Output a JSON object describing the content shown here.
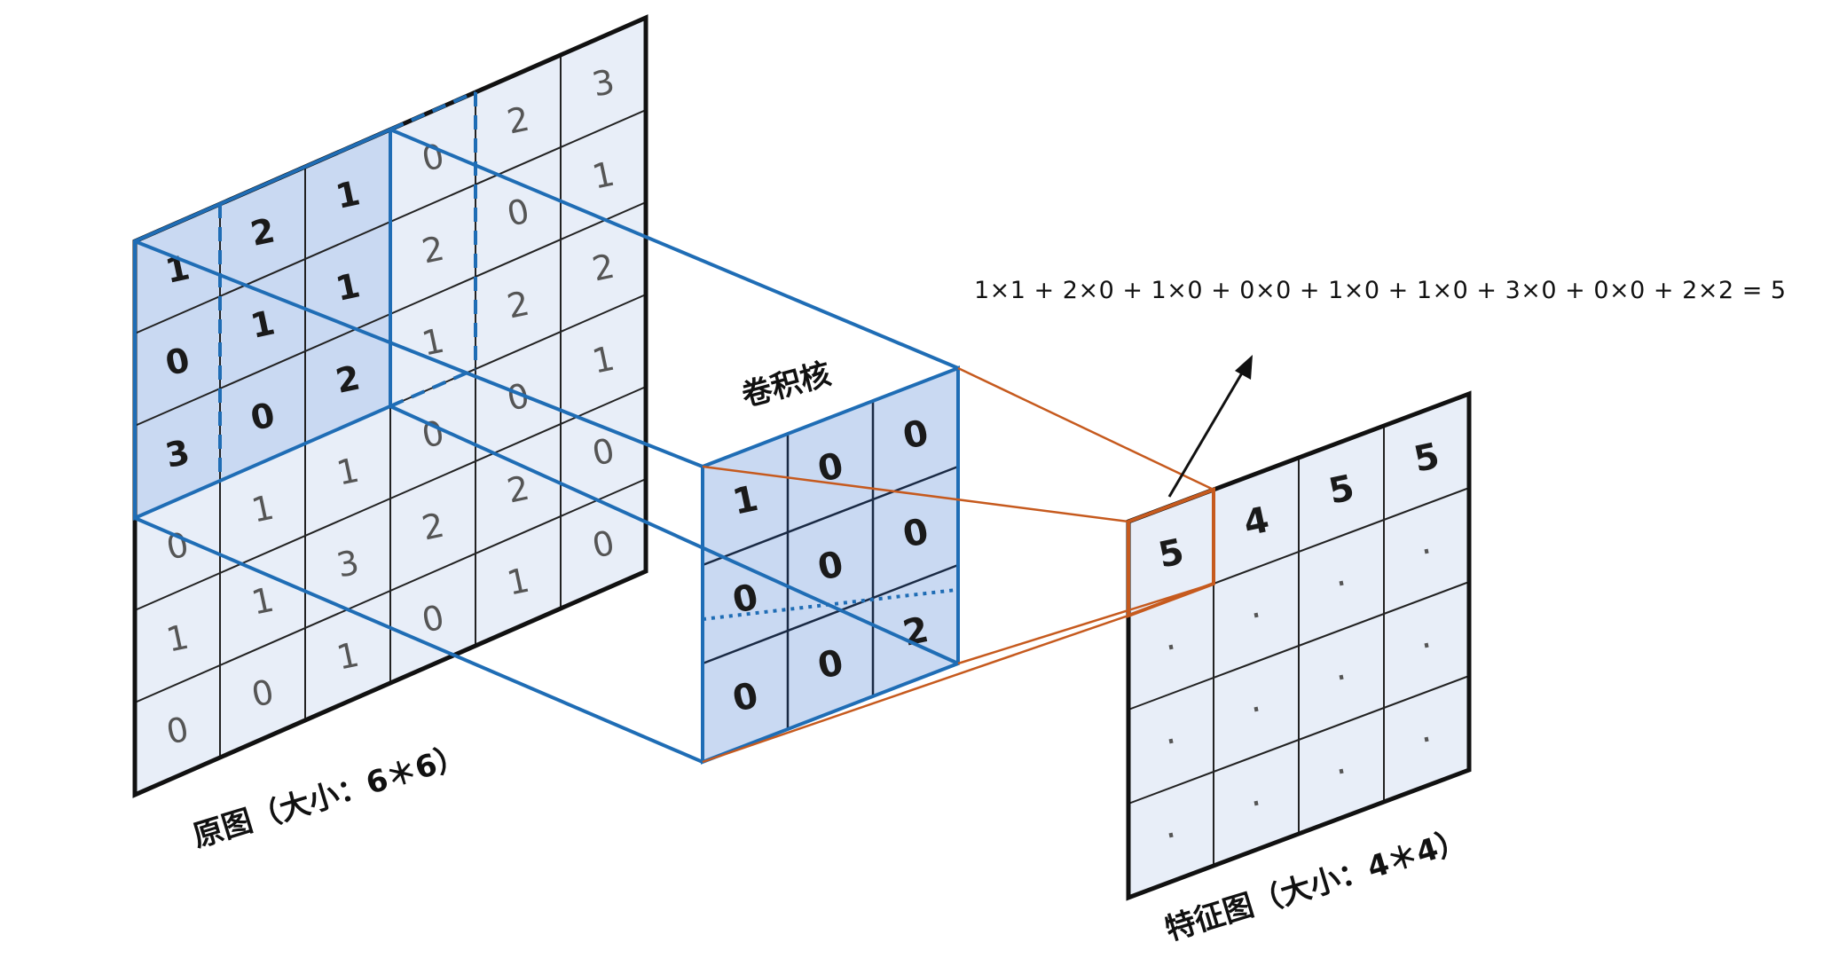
{
  "formula": "1×1 + 2×0 + 1×0 + 0×0 + 1×0 + 1×0 + 3×0 + 0×0 + 2×2 = 5",
  "original": {
    "label": "原图（大小：6＊6）",
    "grid": [
      [
        "1",
        "2",
        "1",
        "0",
        "2",
        "3"
      ],
      [
        "0",
        "1",
        "1",
        "2",
        "0",
        "1"
      ],
      [
        "3",
        "0",
        "2",
        "1",
        "2",
        "2"
      ],
      [
        "0",
        "1",
        "1",
        "0",
        "0",
        "1"
      ],
      [
        "1",
        "1",
        "3",
        "2",
        "2",
        "0"
      ],
      [
        "0",
        "0",
        "1",
        "0",
        "1",
        "0"
      ]
    ]
  },
  "kernel": {
    "label": "卷积核",
    "grid": [
      [
        "1",
        "0",
        "0"
      ],
      [
        "0",
        "0",
        "0"
      ],
      [
        "0",
        "0",
        "2"
      ]
    ]
  },
  "feature_map": {
    "label": "特征图（大小：4＊4）",
    "grid": [
      [
        "5",
        "4",
        "5",
        "5"
      ],
      [
        "·",
        "·",
        "·",
        "·"
      ],
      [
        "·",
        "·",
        "·",
        "·"
      ],
      [
        "·",
        "·",
        "·",
        "·"
      ]
    ]
  },
  "colors": {
    "blue": "#1f6db5",
    "blue_fill": "#c9d9f2",
    "grid_fill": "#e8eef8",
    "orange": "#c65a1e",
    "black": "#111111"
  }
}
